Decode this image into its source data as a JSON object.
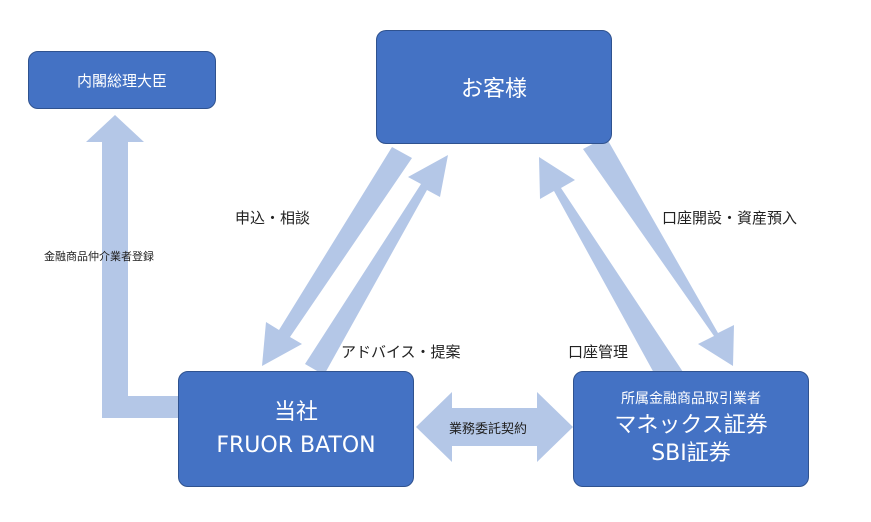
{
  "nodes": {
    "pm": {
      "label": "内閣総理大臣"
    },
    "customer": {
      "label": "お客様"
    },
    "company": {
      "line1": "当社",
      "line2": "FRUOR BATON"
    },
    "broker": {
      "subtitle": "所属金融商品取引業者",
      "line1": "マネックス証券",
      "line2": "SBI証券"
    }
  },
  "edges": {
    "registration": "金融商品仲介業者登録",
    "application": "申込・相談",
    "advice": "アドバイス・提案",
    "account_open": "口座開設・資産預入",
    "account_manage": "口座管理",
    "contract": "業務委託契約"
  },
  "colors": {
    "box": "#4472c4",
    "box_border": "#2f528f",
    "arrow": "#b4c7e7",
    "text_on_box": "#ffffff"
  }
}
